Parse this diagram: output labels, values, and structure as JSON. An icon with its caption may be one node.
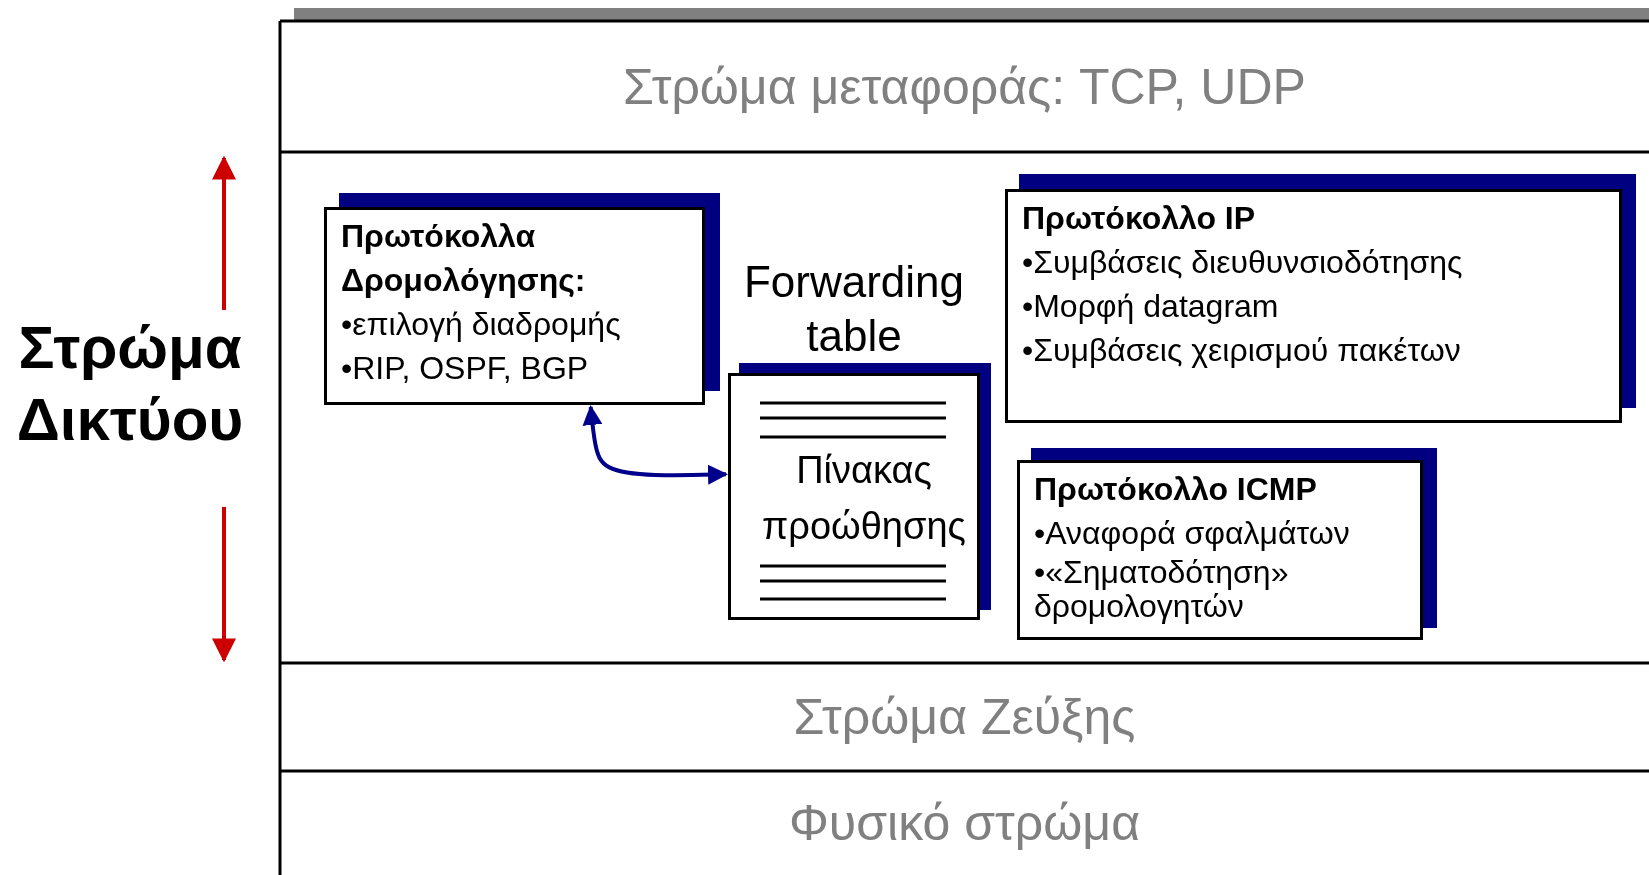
{
  "diagram": {
    "nodes": [
      {
        "text": [
          "Στρώμα μεταφοράς: TCP, UDP"
        ]
      },
      {
        "text": [
          "Στρώμα Δικτύου"
        ]
      },
      {
        "text": [
          "Πρωτόκολλα Δρομολόγησης:",
          "•επιλογή διαδρομής",
          "•RIP, OSPF, BGP"
        ],
        "in": 1
      },
      {
        "text": [
          "Πίνακας προώθησης"
        ],
        "beside": [
          "Forwarding table"
        ],
        "in": 1
      },
      {
        "text": [
          "Πρωτόκολλο IP",
          "•Συμβάσεις διευθυνσιοδότησης",
          "•Μορφή datagram",
          "•Συμβάσεις χειρισμού πακέτων"
        ],
        "in": 1
      },
      {
        "text": [
          "Πρωτόκολλο ICMP",
          "•Αναφορά σφαλμάτων",
          "•«Σηματοδότηση» δρομολογητών"
        ],
        "in": 1
      },
      {
        "text": [
          "Στρώμα Ζεύξης"
        ]
      },
      {
        "text": [
          "Φυσικό στρώμα"
        ]
      }
    ],
    "edges": [
      {
        "from": 2,
        "to": 3,
        "arrow": "both",
        "color": "#00008b"
      }
    ]
  }
}
